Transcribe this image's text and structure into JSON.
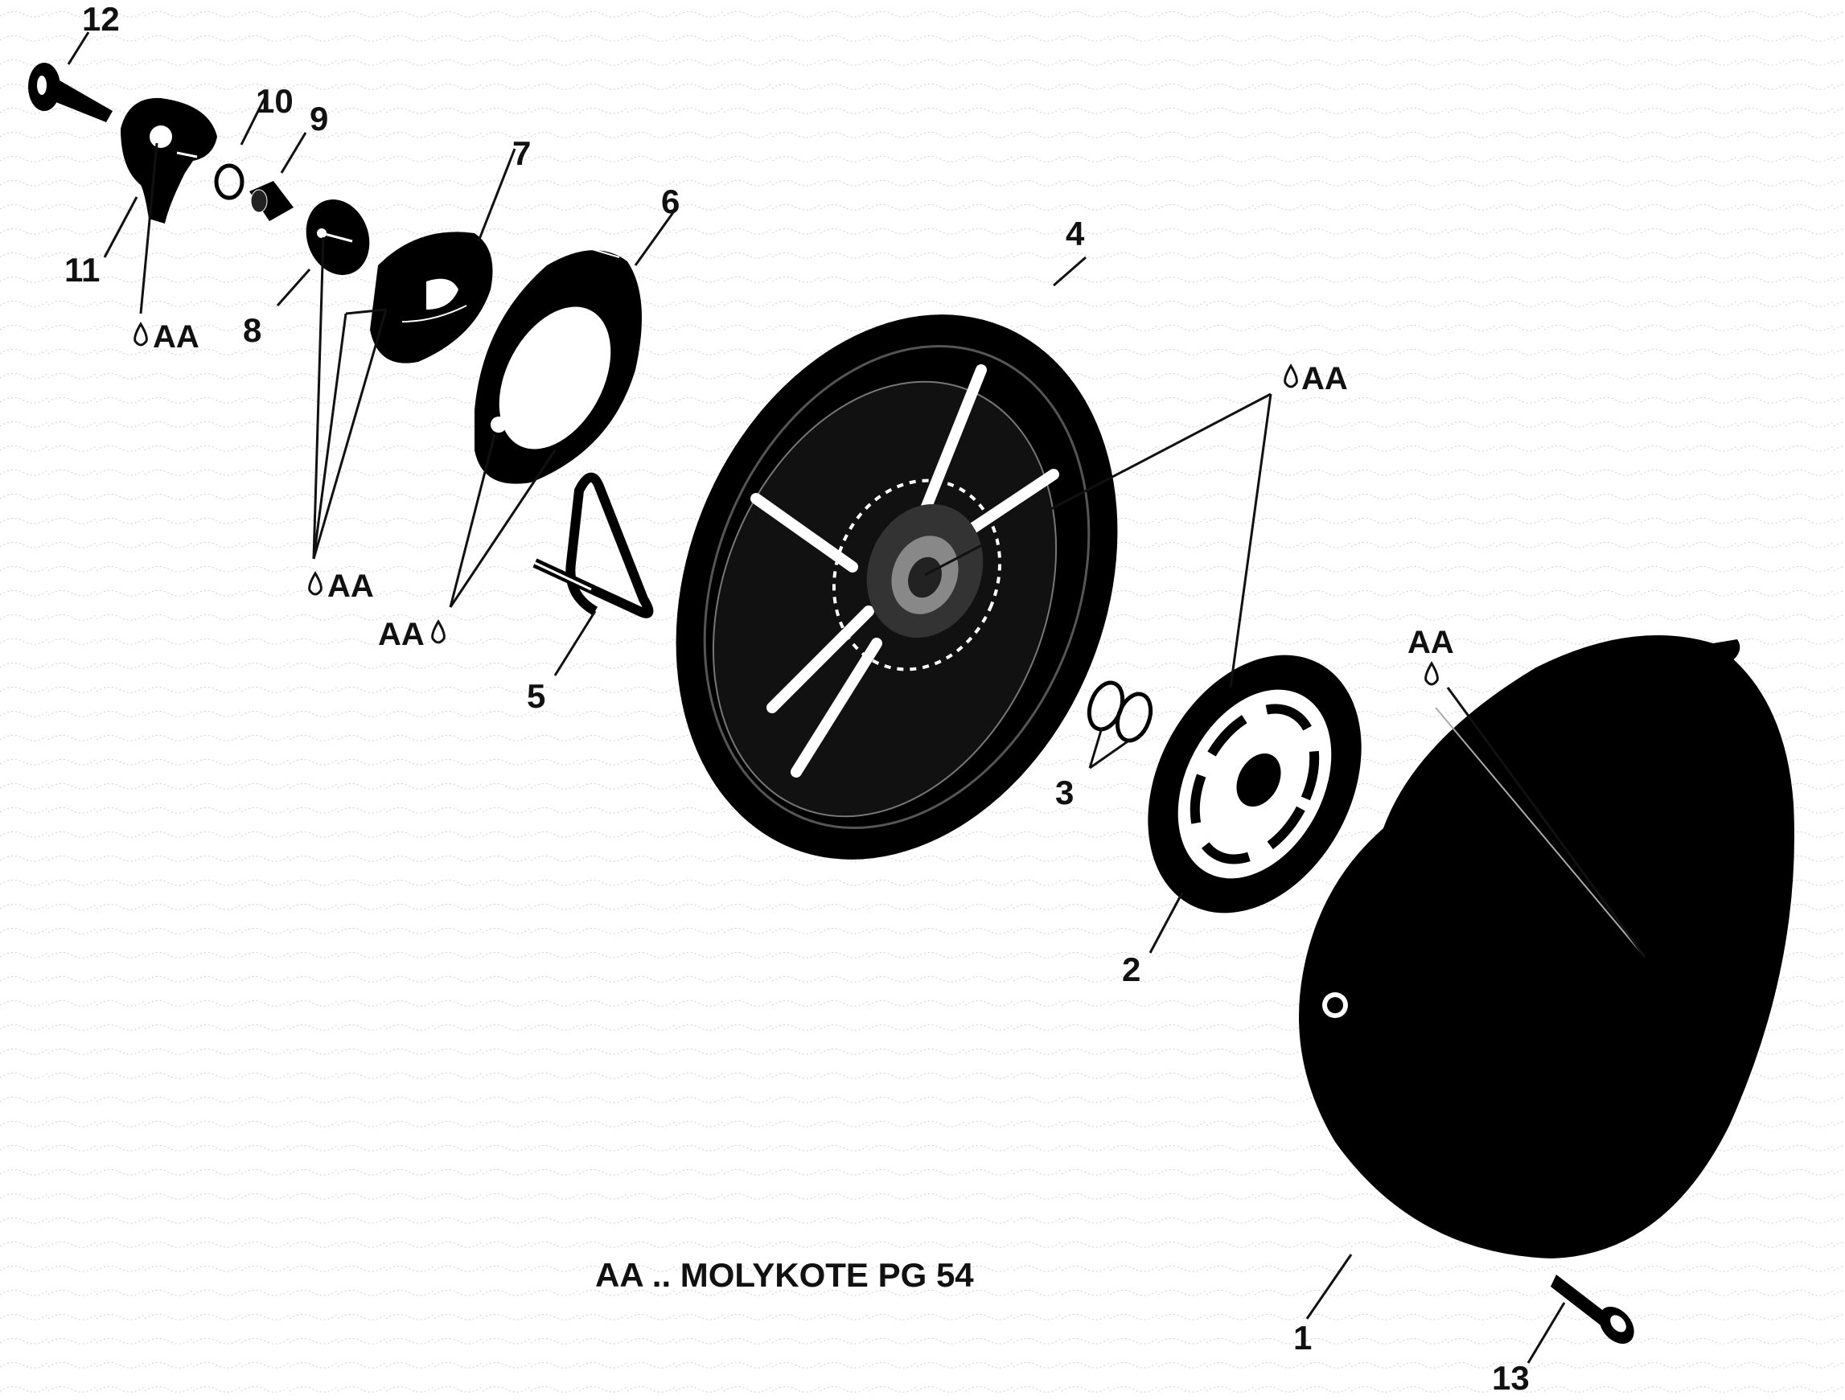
{
  "callouts": {
    "p1": "1",
    "p2": "2",
    "p3": "3",
    "p4": "4",
    "p5": "5",
    "p6": "6",
    "p7": "7",
    "p8": "8",
    "p9": "9",
    "p10": "10",
    "p11": "11",
    "p12": "12",
    "p13": "13"
  },
  "lubricant_marks": {
    "aa_11": "AA",
    "aa_8": "AA",
    "aa_6": "AA",
    "aa_4": "AA",
    "aa_1": "AA"
  },
  "legend": {
    "text": "AA .. MOLYKOTE PG 54"
  },
  "colors": {
    "part_fill": "#000000",
    "highlight": "#ffffff",
    "background": "#ffffff"
  }
}
